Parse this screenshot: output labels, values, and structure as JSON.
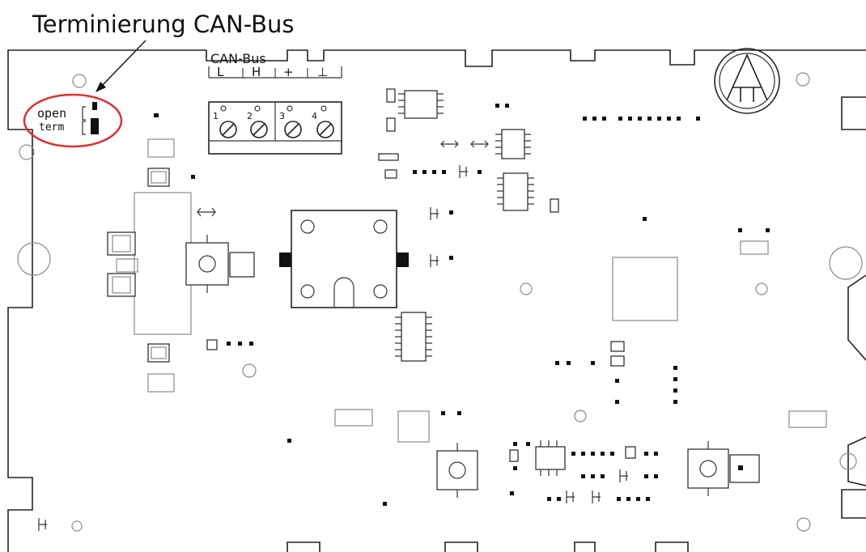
{
  "annotation": {
    "title": "Terminierung CAN-Bus",
    "highlight_color": "#e0302f"
  },
  "jumper": {
    "open_label": "open",
    "term_label": "term"
  },
  "connector": {
    "label": "CAN-Bus",
    "pin_labels": [
      "L",
      "H",
      "+",
      "⊥"
    ],
    "pin_numbers": [
      "1",
      "2",
      "3",
      "4"
    ]
  }
}
